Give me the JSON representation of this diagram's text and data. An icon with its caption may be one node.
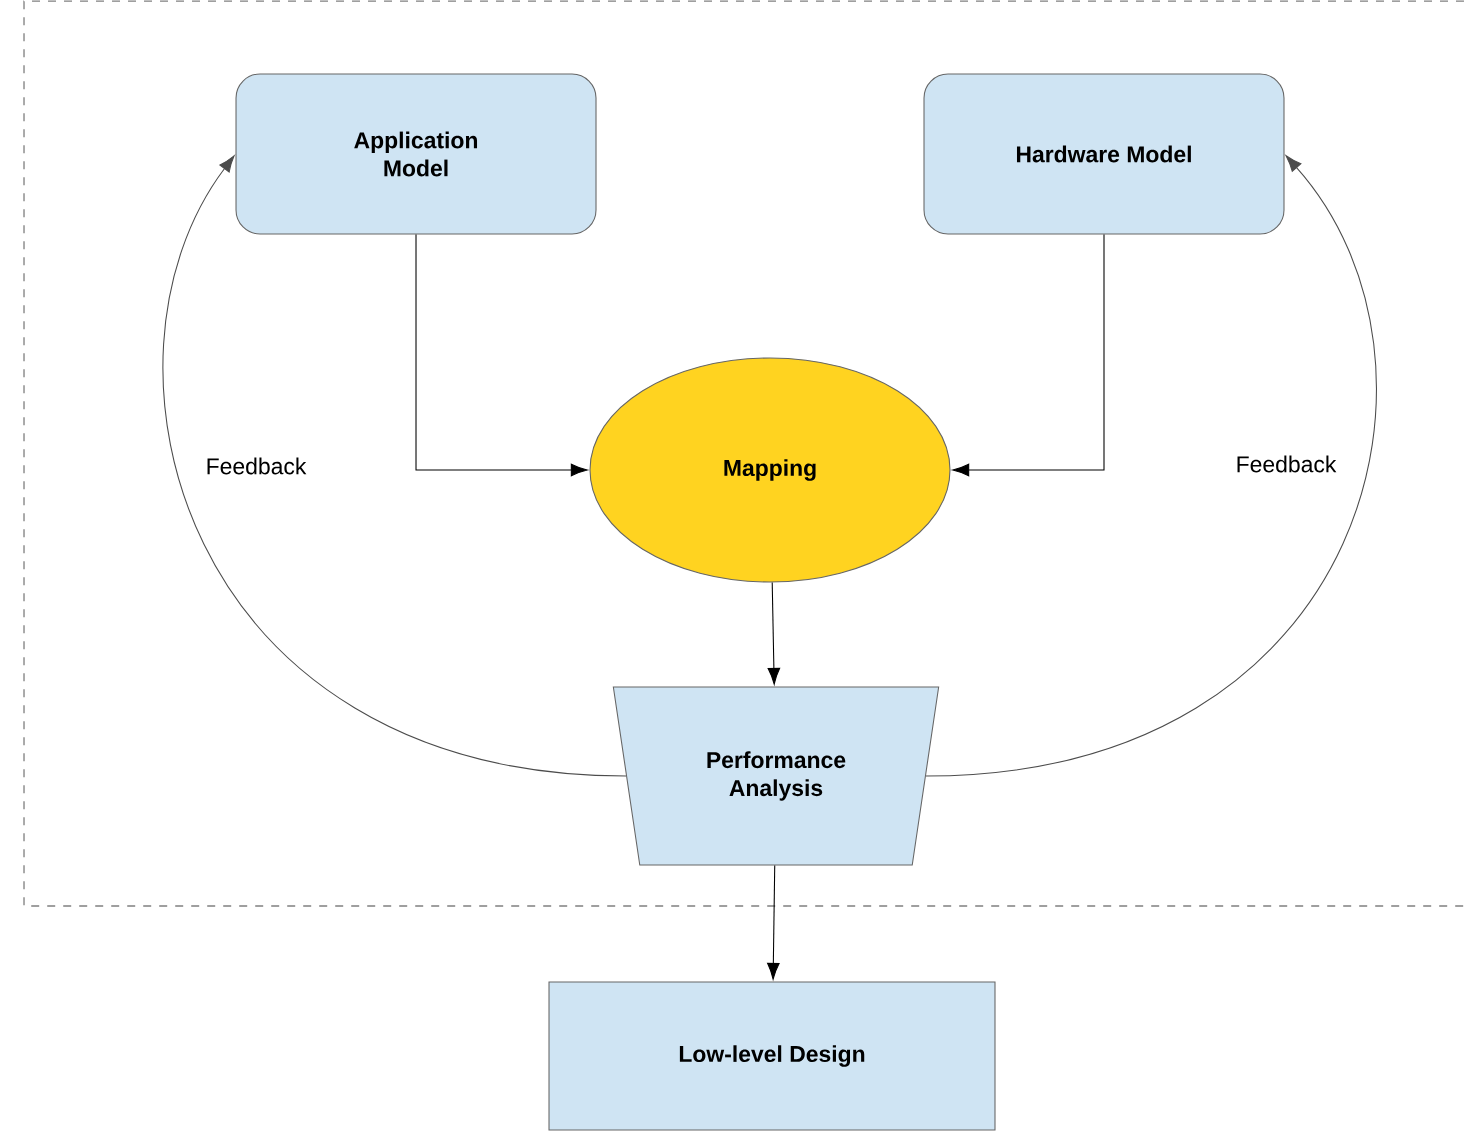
{
  "diagram": {
    "nodes": [
      {
        "text": [
          "Application Model"
        ]
      },
      {
        "text": [
          "Hardware Model"
        ]
      },
      {
        "text": [
          "Mapping"
        ]
      },
      {
        "text": [
          "Performance Analysis"
        ]
      },
      {
        "text": [
          "Low-level Design"
        ]
      }
    ],
    "edges": [
      {
        "from": 0,
        "to": 2,
        "arrow": "to"
      },
      {
        "from": 1,
        "to": 2,
        "arrow": "to"
      },
      {
        "from": 2,
        "to": 3,
        "arrow": "to"
      },
      {
        "from": 3,
        "to": 4,
        "arrow": "to"
      },
      {
        "from": 3,
        "to": 0,
        "arrow": "to",
        "label": "Feedback"
      },
      {
        "from": 3,
        "to": 1,
        "arrow": "to",
        "label": "Feedback"
      }
    ]
  }
}
